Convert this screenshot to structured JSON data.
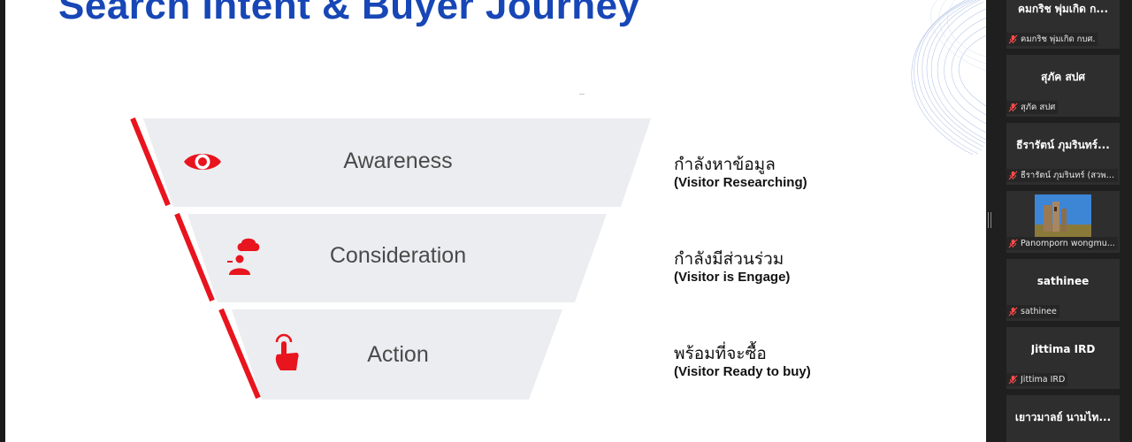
{
  "slide": {
    "title": "Search Intent & Buyer Journey",
    "stages": [
      {
        "label": "Awareness",
        "icon": "eye-icon",
        "thai": "กำลังหาข้อมูล",
        "english": "(Visitor Researching)"
      },
      {
        "label": "Consideration",
        "icon": "person-chat-icon",
        "thai": "กำลังมีส่วนร่วม",
        "english": "(Visitor is Engage)"
      },
      {
        "label": "Action",
        "icon": "tap-hand-icon",
        "thai": "พร้อมที่จะซื้อ",
        "english": "(Visitor Ready to buy)"
      }
    ],
    "colors": {
      "title": "#1746b6",
      "accent_red": "#e8141e",
      "funnel_band": "#ecedf0"
    }
  },
  "participants": [
    {
      "display": "คมกริช พุ่มเกิด ก...",
      "footer": "คมกริช พุ่มเกิด กบศ.",
      "muted": true
    },
    {
      "display": "สุภัค สปศ",
      "footer": "สุภัค สปศ",
      "muted": true
    },
    {
      "display": "ธีรารัตน์ ภุมรินทร์...",
      "footer": "ธีรารัตน์ ภุมรินทร์ (สวพ. ...",
      "muted": true
    },
    {
      "display": "",
      "footer": "Panomporn wongmu...",
      "muted": true,
      "has_photo": true
    },
    {
      "display": "sathinee",
      "footer": "sathinee",
      "muted": true
    },
    {
      "display": "Jittima IRD",
      "footer": "Jittima IRD",
      "muted": true
    },
    {
      "display": "เยาวมาลย์ นามไท...",
      "footer": "",
      "muted": true
    }
  ]
}
